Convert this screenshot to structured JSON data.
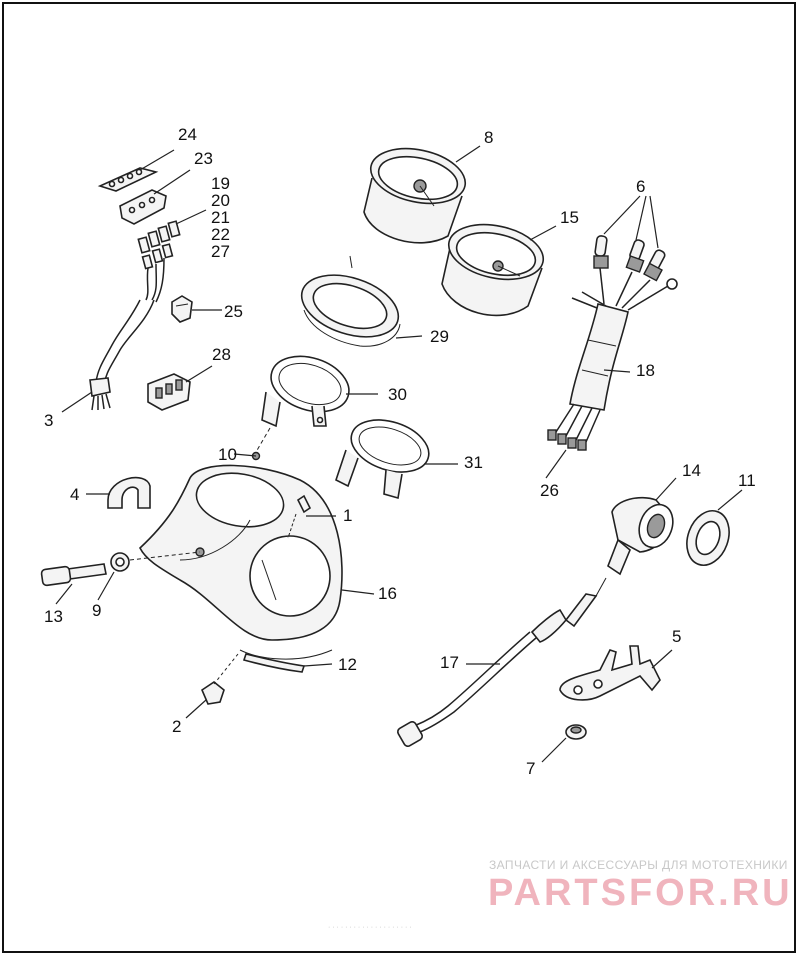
{
  "callouts": {
    "c1": "1",
    "c2": "2",
    "c3": "3",
    "c4": "4",
    "c5": "5",
    "c6": "6",
    "c7": "7",
    "c8": "8",
    "c9": "9",
    "c10": "10",
    "c11": "11",
    "c12": "12",
    "c13": "13",
    "c14": "14",
    "c15": "15",
    "c16": "16",
    "c17": "17",
    "c18": "18",
    "c19": "19",
    "c20": "20",
    "c21": "21",
    "c22": "22",
    "c23": "23",
    "c24": "24",
    "c25": "25",
    "c26": "26",
    "c27": "27",
    "c28": "28",
    "c29": "29",
    "c30": "30",
    "c31": "31"
  },
  "watermark": {
    "line1": "ЗАПЧАСТИ И АКСЕССУАРЫ ДЛЯ МОТОТЕХНИКИ",
    "line2": "PARTSFOR.RU"
  },
  "footer": {
    "text": "· · · · · · · · · ·  ·  · · · · · · · · ·"
  },
  "colors": {
    "line": "#222222",
    "watermark_text": "#f0b4bd"
  }
}
